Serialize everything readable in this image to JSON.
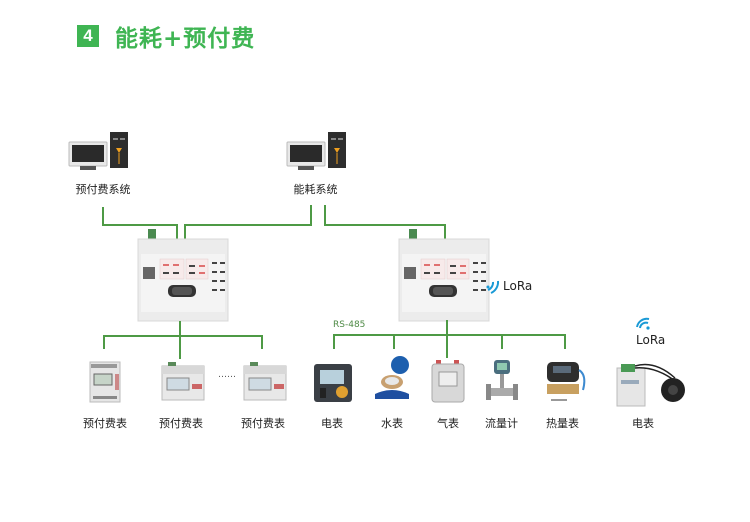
{
  "title": {
    "number": "4",
    "text": "能耗+预付费"
  },
  "colors": {
    "accent": "#3fb553",
    "wire": "#4e9a45",
    "lora": "#1a9ad6"
  },
  "systems": [
    {
      "label": "预付费系统",
      "icon": "computer-icon"
    },
    {
      "label": "能耗系统",
      "icon": "computer-icon"
    }
  ],
  "gateways": [
    {
      "name": "gateway-left",
      "icon": "din-rail-gateway-icon"
    },
    {
      "name": "gateway-right",
      "icon": "din-rail-gateway-icon",
      "wireless": "LoRa"
    }
  ],
  "bus_label": "RS-485",
  "ellipsis": "……",
  "left_devices": [
    {
      "label": "预付费表",
      "icon": "prepaid-meter-icon"
    },
    {
      "label": "预付费表",
      "icon": "prepaid-meter-icon"
    },
    {
      "label": "预付费表",
      "icon": "prepaid-meter-icon"
    }
  ],
  "right_devices": [
    {
      "label": "电表",
      "icon": "power-meter-icon"
    },
    {
      "label": "水表",
      "icon": "water-meter-icon"
    },
    {
      "label": "气表",
      "icon": "gas-meter-icon"
    },
    {
      "label": "流量计",
      "icon": "flow-meter-icon"
    },
    {
      "label": "热量表",
      "icon": "heat-meter-icon"
    }
  ],
  "wireless_device": {
    "label": "电表",
    "wireless": "LoRa",
    "icon": "wireless-power-meter-icon"
  }
}
